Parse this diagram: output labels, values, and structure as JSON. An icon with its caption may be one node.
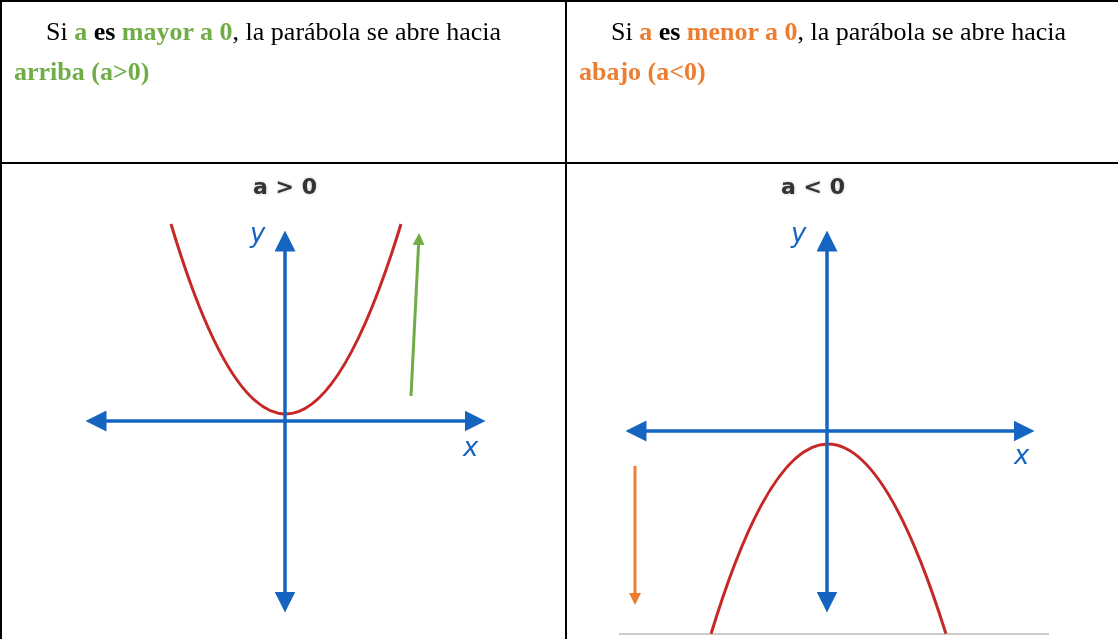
{
  "diagram": {
    "labels": [
      "Si **a** **es** **mayor a 0**, la parábola se abre hacia **arriba (a>0)**",
      "Si **a** **es** **menor a 0**, la parábola se abre hacia **abajo (a<0)**",
      "a > 0",
      "y",
      "x",
      "a < 0",
      "y",
      "x"
    ]
  }
}
